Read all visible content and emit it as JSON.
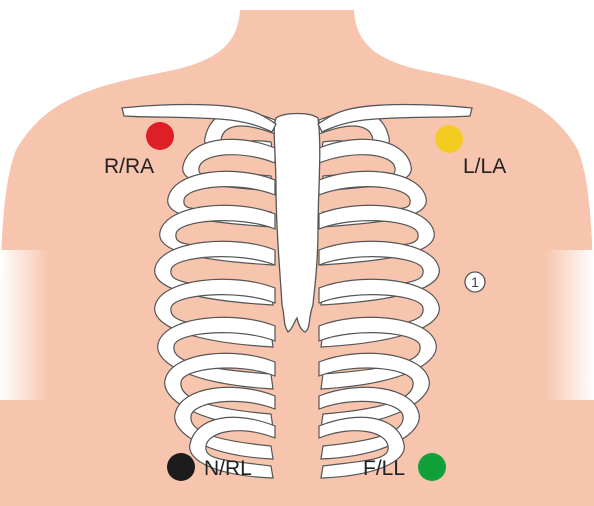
{
  "colors": {
    "skin": "#f7c5ae",
    "bone": "#ffffff",
    "outline": "#555555",
    "ra": "#dd1f26",
    "la": "#f4cc21",
    "rl": "#1c1c1c",
    "ll": "#12a03a"
  },
  "electrodes": [
    {
      "id": "ra",
      "label": "R/RA",
      "color": "ra"
    },
    {
      "id": "la",
      "label": "L/LA",
      "color": "la"
    },
    {
      "id": "rl",
      "label": "N/RL",
      "color": "rl"
    },
    {
      "id": "ll",
      "label": "F/LL",
      "color": "ll"
    }
  ],
  "marker": {
    "label": "1"
  }
}
